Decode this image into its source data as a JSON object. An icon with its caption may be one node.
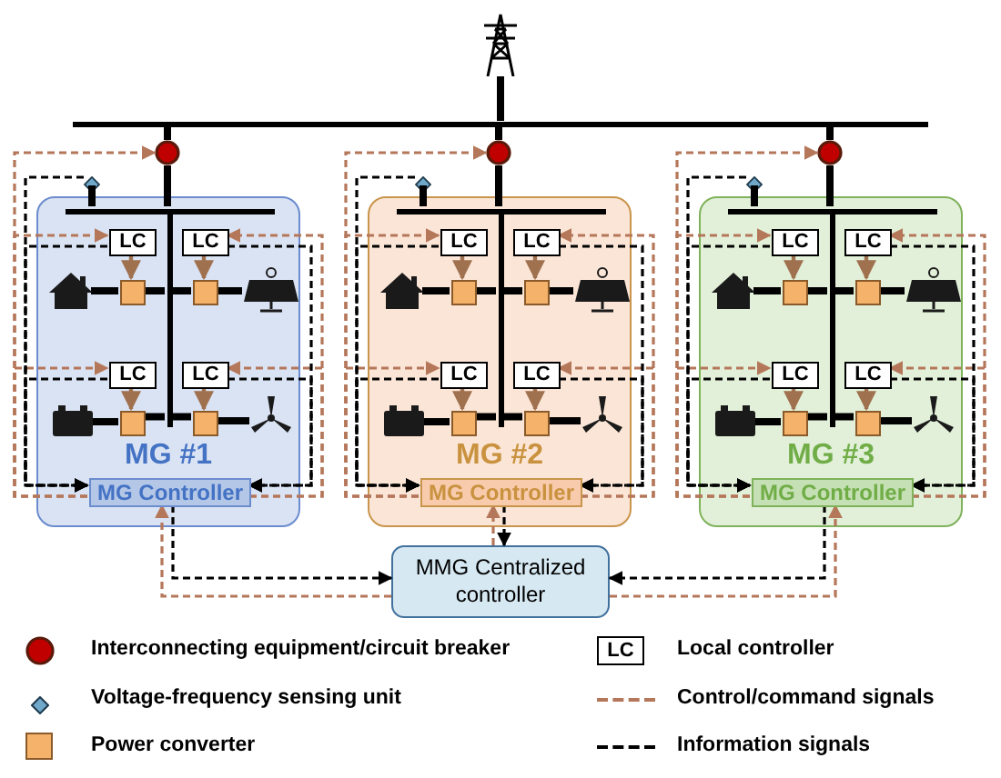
{
  "diagram": {
    "nodes": [
      {
        "text": [
          "MG #1"
        ]
      },
      {
        "text": [],
        "shape": "circle"
      },
      {
        "text": [],
        "shape": "diamond"
      },
      {
        "text": [
          "LC"
        ],
        "in": 0
      },
      {
        "text": [
          "LC"
        ],
        "in": 0
      },
      {
        "text": [
          "LC"
        ],
        "in": 0
      },
      {
        "text": [
          "LC"
        ],
        "in": 0
      },
      {
        "text": [],
        "shape": "box",
        "in": 0
      },
      {
        "text": [],
        "shape": "box",
        "in": 0
      },
      {
        "text": [],
        "shape": "box",
        "in": 0
      },
      {
        "text": [],
        "shape": "box",
        "in": 0
      },
      {
        "text": [
          "MG Controller"
        ],
        "in": 0
      },
      {
        "text": [
          "MG #2"
        ]
      },
      {
        "text": [],
        "shape": "circle"
      },
      {
        "text": [],
        "shape": "diamond"
      },
      {
        "text": [
          "LC"
        ],
        "in": 12
      },
      {
        "text": [
          "LC"
        ],
        "in": 12
      },
      {
        "text": [
          "LC"
        ],
        "in": 12
      },
      {
        "text": [
          "LC"
        ],
        "in": 12
      },
      {
        "text": [],
        "shape": "box",
        "in": 12
      },
      {
        "text": [],
        "shape": "box",
        "in": 12
      },
      {
        "text": [],
        "shape": "box",
        "in": 12
      },
      {
        "text": [],
        "shape": "box",
        "in": 12
      },
      {
        "text": [
          "MG Controller"
        ],
        "in": 12
      },
      {
        "text": [
          "MG #3"
        ]
      },
      {
        "text": [],
        "shape": "circle"
      },
      {
        "text": [],
        "shape": "diamond"
      },
      {
        "text": [
          "LC"
        ],
        "in": 24
      },
      {
        "text": [
          "LC"
        ],
        "in": 24
      },
      {
        "text": [
          "LC"
        ],
        "in": 24
      },
      {
        "text": [
          "LC"
        ],
        "in": 24
      },
      {
        "text": [],
        "shape": "box",
        "in": 24
      },
      {
        "text": [],
        "shape": "box",
        "in": 24
      },
      {
        "text": [],
        "shape": "box",
        "in": 24
      },
      {
        "text": [],
        "shape": "box",
        "in": 24
      },
      {
        "text": [
          "MG Controller"
        ],
        "in": 24
      },
      {
        "text": [
          "MMG Centralized controller"
        ]
      },
      {
        "text": [],
        "shape": "bar"
      },
      {
        "text": [],
        "shape": "tower"
      },
      {
        "text": [],
        "shape": "bar",
        "in": 0
      },
      {
        "text": [],
        "shape": "bar",
        "in": 0
      },
      {
        "text": [],
        "shape": "house",
        "in": 0
      },
      {
        "text": [],
        "shape": "panel",
        "in": 0
      },
      {
        "text": [],
        "shape": "battery",
        "in": 0
      },
      {
        "text": [],
        "shape": "turbine",
        "in": 0
      },
      {
        "text": [],
        "shape": "bar",
        "in": 12
      },
      {
        "text": [],
        "shape": "bar",
        "in": 12
      },
      {
        "text": [],
        "shape": "house",
        "in": 12
      },
      {
        "text": [],
        "shape": "panel",
        "in": 12
      },
      {
        "text": [],
        "shape": "battery",
        "in": 12
      },
      {
        "text": [],
        "shape": "turbine",
        "in": 12
      },
      {
        "text": [],
        "shape": "bar",
        "in": 24
      },
      {
        "text": [],
        "shape": "bar",
        "in": 24
      },
      {
        "text": [],
        "shape": "house",
        "in": 24
      },
      {
        "text": [],
        "shape": "panel",
        "in": 24
      },
      {
        "text": [],
        "shape": "battery",
        "in": 24
      },
      {
        "text": [],
        "shape": "turbine",
        "in": 24
      }
    ],
    "edges": [
      {
        "from": 3,
        "to": 7,
        "arrow": "to",
        "color": "#a0714f"
      },
      {
        "from": 4,
        "to": 8,
        "arrow": "to",
        "color": "#a0714f"
      },
      {
        "from": 5,
        "to": 9,
        "arrow": "to",
        "color": "#a0714f"
      },
      {
        "from": 6,
        "to": 10,
        "arrow": "to",
        "color": "#a0714f"
      },
      {
        "from": 11,
        "to": 1,
        "arrow": "to",
        "style": "dashed",
        "color": "#b5775a"
      },
      {
        "from": 11,
        "to": 3,
        "arrow": "to",
        "style": "dashed",
        "color": "#b5775a"
      },
      {
        "from": 11,
        "to": 4,
        "arrow": "to",
        "style": "dashed",
        "color": "#b5775a"
      },
      {
        "from": 11,
        "to": 5,
        "arrow": "to",
        "style": "dashed",
        "color": "#b5775a"
      },
      {
        "from": 11,
        "to": 6,
        "arrow": "to",
        "style": "dashed",
        "color": "#b5775a"
      },
      {
        "from": 2,
        "to": 11,
        "arrow": "to",
        "style": "dashed",
        "color": "#000000"
      },
      {
        "from": 3,
        "to": 11,
        "arrow": "to",
        "style": "dashed",
        "color": "#000000"
      },
      {
        "from": 4,
        "to": 11,
        "arrow": "to",
        "style": "dashed",
        "color": "#000000"
      },
      {
        "from": 5,
        "to": 11,
        "arrow": "to",
        "style": "dashed",
        "color": "#000000"
      },
      {
        "from": 6,
        "to": 11,
        "arrow": "to",
        "style": "dashed",
        "color": "#000000"
      },
      {
        "from": 36,
        "to": 11,
        "arrow": "to",
        "style": "dashed",
        "color": "#b5775a"
      },
      {
        "from": 11,
        "to": 36,
        "arrow": "to",
        "style": "dashed",
        "color": "#000000"
      },
      {
        "from": 15,
        "to": 19,
        "arrow": "to",
        "color": "#a0714f"
      },
      {
        "from": 16,
        "to": 20,
        "arrow": "to",
        "color": "#a0714f"
      },
      {
        "from": 17,
        "to": 21,
        "arrow": "to",
        "color": "#a0714f"
      },
      {
        "from": 18,
        "to": 22,
        "arrow": "to",
        "color": "#a0714f"
      },
      {
        "from": 23,
        "to": 13,
        "arrow": "to",
        "style": "dashed",
        "color": "#b5775a"
      },
      {
        "from": 23,
        "to": 15,
        "arrow": "to",
        "style": "dashed",
        "color": "#b5775a"
      },
      {
        "from": 23,
        "to": 16,
        "arrow": "to",
        "style": "dashed",
        "color": "#b5775a"
      },
      {
        "from": 23,
        "to": 17,
        "arrow": "to",
        "style": "dashed",
        "color": "#b5775a"
      },
      {
        "from": 23,
        "to": 18,
        "arrow": "to",
        "style": "dashed",
        "color": "#b5775a"
      },
      {
        "from": 14,
        "to": 23,
        "arrow": "to",
        "style": "dashed",
        "color": "#000000"
      },
      {
        "from": 15,
        "to": 23,
        "arrow": "to",
        "style": "dashed",
        "color": "#000000"
      },
      {
        "from": 16,
        "to": 23,
        "arrow": "to",
        "style": "dashed",
        "color": "#000000"
      },
      {
        "from": 17,
        "to": 23,
        "arrow": "to",
        "style": "dashed",
        "color": "#000000"
      },
      {
        "from": 18,
        "to": 23,
        "arrow": "to",
        "style": "dashed",
        "color": "#000000"
      },
      {
        "from": 36,
        "to": 23,
        "arrow": "to",
        "style": "dashed",
        "color": "#b5775a"
      },
      {
        "from": 23,
        "to": 36,
        "arrow": "to",
        "style": "dashed",
        "color": "#000000"
      },
      {
        "from": 27,
        "to": 31,
        "arrow": "to",
        "color": "#a0714f"
      },
      {
        "from": 28,
        "to": 32,
        "arrow": "to",
        "color": "#a0714f"
      },
      {
        "from": 29,
        "to": 33,
        "arrow": "to",
        "color": "#a0714f"
      },
      {
        "from": 30,
        "to": 34,
        "arrow": "to",
        "color": "#a0714f"
      },
      {
        "from": 35,
        "to": 25,
        "arrow": "to",
        "style": "dashed",
        "color": "#b5775a"
      },
      {
        "from": 35,
        "to": 27,
        "arrow": "to",
        "style": "dashed",
        "color": "#b5775a"
      },
      {
        "from": 35,
        "to": 28,
        "arrow": "to",
        "style": "dashed",
        "color": "#b5775a"
      },
      {
        "from": 35,
        "to": 29,
        "arrow": "to",
        "style": "dashed",
        "color": "#b5775a"
      },
      {
        "from": 35,
        "to": 30,
        "arrow": "to",
        "style": "dashed",
        "color": "#b5775a"
      },
      {
        "from": 26,
        "to": 35,
        "arrow": "to",
        "style": "dashed",
        "color": "#000000"
      },
      {
        "from": 27,
        "to": 35,
        "arrow": "to",
        "style": "dashed",
        "color": "#000000"
      },
      {
        "from": 28,
        "to": 35,
        "arrow": "to",
        "style": "dashed",
        "color": "#000000"
      },
      {
        "from": 29,
        "to": 35,
        "arrow": "to",
        "style": "dashed",
        "color": "#000000"
      },
      {
        "from": 30,
        "to": 35,
        "arrow": "to",
        "style": "dashed",
        "color": "#000000"
      },
      {
        "from": 36,
        "to": 35,
        "arrow": "to",
        "style": "dashed",
        "color": "#b5775a"
      },
      {
        "from": 35,
        "to": 36,
        "arrow": "to",
        "style": "dashed",
        "color": "#000000"
      },
      {
        "from": 38,
        "to": 37,
        "arrow": "none",
        "style": "thick",
        "color": "#000000"
      },
      {
        "from": 37,
        "to": 1,
        "arrow": "none",
        "style": "thick",
        "color": "#000000"
      },
      {
        "from": 1,
        "to": 39,
        "arrow": "none",
        "style": "thick",
        "color": "#000000"
      },
      {
        "from": 2,
        "to": 39,
        "arrow": "none",
        "style": "thick",
        "color": "#000000"
      },
      {
        "from": 7,
        "to": 40,
        "arrow": "none",
        "style": "thick",
        "color": "#000000"
      },
      {
        "from": 8,
        "to": 40,
        "arrow": "none",
        "style": "thick",
        "color": "#000000"
      },
      {
        "from": 9,
        "to": 40,
        "arrow": "none",
        "style": "thick",
        "color": "#000000"
      },
      {
        "from": 10,
        "to": 40,
        "arrow": "none",
        "style": "thick",
        "color": "#000000"
      },
      {
        "from": 41,
        "to": 7,
        "arrow": "none",
        "style": "thick",
        "color": "#000000"
      },
      {
        "from": 42,
        "to": 8,
        "arrow": "none",
        "style": "thick",
        "color": "#000000"
      },
      {
        "from": 43,
        "to": 9,
        "arrow": "none",
        "style": "thick",
        "color": "#000000"
      },
      {
        "from": 44,
        "to": 10,
        "arrow": "none",
        "style": "thick",
        "color": "#000000"
      },
      {
        "from": 37,
        "to": 13,
        "arrow": "none",
        "style": "thick",
        "color": "#000000"
      },
      {
        "from": 13,
        "to": 45,
        "arrow": "none",
        "style": "thick",
        "color": "#000000"
      },
      {
        "from": 14,
        "to": 45,
        "arrow": "none",
        "style": "thick",
        "color": "#000000"
      },
      {
        "from": 19,
        "to": 46,
        "arrow": "none",
        "style": "thick",
        "color": "#000000"
      },
      {
        "from": 20,
        "to": 46,
        "arrow": "none",
        "style": "thick",
        "color": "#000000"
      },
      {
        "from": 21,
        "to": 46,
        "arrow": "none",
        "style": "thick",
        "color": "#000000"
      },
      {
        "from": 22,
        "to": 46,
        "arrow": "none",
        "style": "thick",
        "color": "#000000"
      },
      {
        "from": 47,
        "to": 19,
        "arrow": "none",
        "style": "thick",
        "color": "#000000"
      },
      {
        "from": 48,
        "to": 20,
        "arrow": "none",
        "style": "thick",
        "color": "#000000"
      },
      {
        "from": 49,
        "to": 21,
        "arrow": "none",
        "style": "thick",
        "color": "#000000"
      },
      {
        "from": 50,
        "to": 22,
        "arrow": "none",
        "style": "thick",
        "color": "#000000"
      },
      {
        "from": 37,
        "to": 25,
        "arrow": "none",
        "style": "thick",
        "color": "#000000"
      },
      {
        "from": 25,
        "to": 51,
        "arrow": "none",
        "style": "thick",
        "color": "#000000"
      },
      {
        "from": 26,
        "to": 51,
        "arrow": "none",
        "style": "thick",
        "color": "#000000"
      },
      {
        "from": 31,
        "to": 52,
        "arrow": "none",
        "style": "thick",
        "color": "#000000"
      },
      {
        "from": 32,
        "to": 52,
        "arrow": "none",
        "style": "thick",
        "color": "#000000"
      },
      {
        "from": 33,
        "to": 52,
        "arrow": "none",
        "style": "thick",
        "color": "#000000"
      },
      {
        "from": 34,
        "to": 52,
        "arrow": "none",
        "style": "thick",
        "color": "#000000"
      },
      {
        "from": 53,
        "to": 31,
        "arrow": "none",
        "style": "thick",
        "color": "#000000"
      },
      {
        "from": 54,
        "to": 32,
        "arrow": "none",
        "style": "thick",
        "color": "#000000"
      },
      {
        "from": 55,
        "to": 33,
        "arrow": "none",
        "style": "thick",
        "color": "#000000"
      },
      {
        "from": 56,
        "to": 34,
        "arrow": "none",
        "style": "thick",
        "color": "#000000"
      }
    ],
    "labels": [
      "LC"
    ],
    "legend": [
      {
        "text": "Interconnecting equipment/circuit breaker"
      },
      {
        "text": "Voltage-frequency sensing unit"
      },
      {
        "text": "Power converter",
        "color": "#f4b26b"
      },
      {
        "text": "Local controller"
      },
      {
        "text": "Control/command signals"
      },
      {
        "text": "Information signals"
      }
    ]
  }
}
